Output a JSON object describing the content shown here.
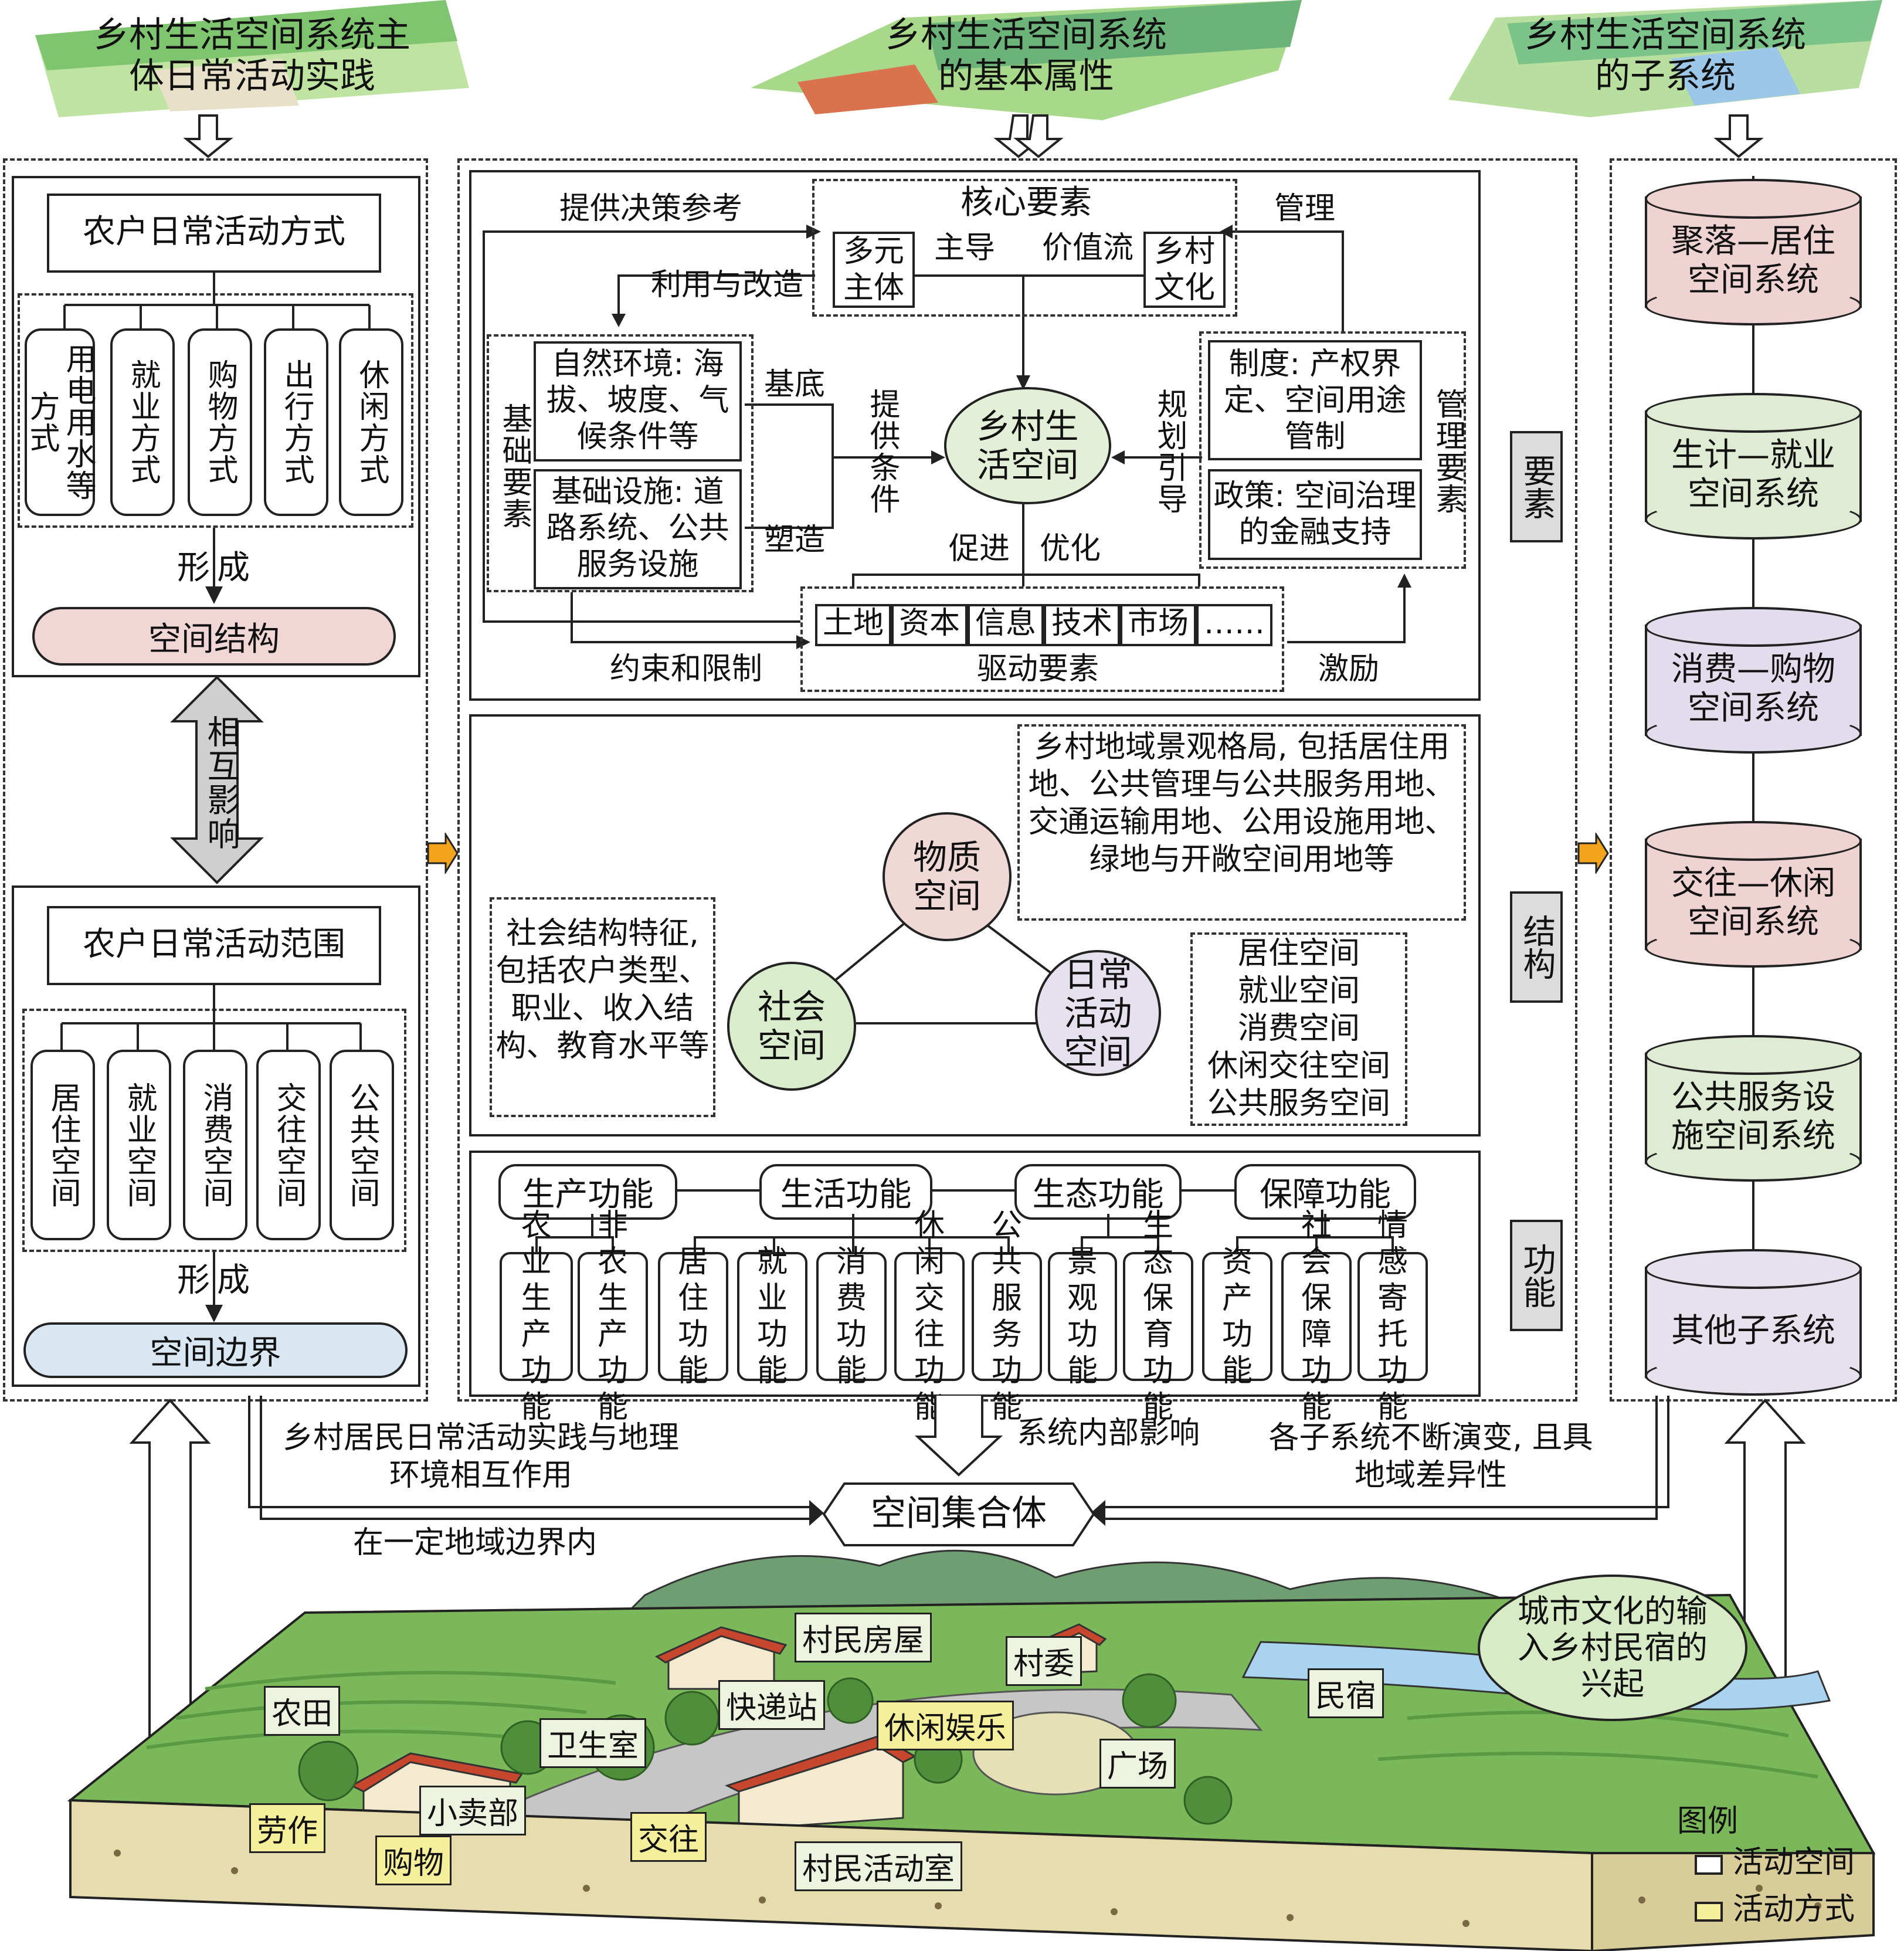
{
  "headers": {
    "left": "乡村生活空间系统主体日常活动实践",
    "middle": "乡村生活空间系统的基本属性",
    "right": "乡村生活空间系统的子系统"
  },
  "left_panel": {
    "activity_mode_title": "农户日常活动方式",
    "activity_modes": [
      "用电用水等方式",
      "就业方式",
      "购物方式",
      "出行方式",
      "休闲方式"
    ],
    "form_label_1": "形成",
    "space_structure": "空间结构",
    "interaction": "相互影响",
    "activity_range_title": "农户日常活动范围",
    "activity_ranges": [
      "居住空间",
      "就业空间",
      "消费空间",
      "交往空间",
      "公共空间"
    ],
    "form_label_2": "形成",
    "space_boundary": "空间边界"
  },
  "elements": {
    "tag": "要素",
    "decision_ref": "提供决策参考",
    "core_title": "核心要素",
    "multi_subject": "多元主体",
    "lead": "主导",
    "value_flow": "价值流",
    "rural_culture": "乡村文化",
    "manage": "管理",
    "utilize": "利用与改造",
    "basic_elements_label": "基础要素",
    "natural_env": "自然环境: 海拔、坡度、气候条件等",
    "infrastructure": "基础设施: 道路系统、公共服务设施",
    "base": "基底",
    "shape": "塑造",
    "provide_conditions": "提供条件",
    "center": "乡村生活空间",
    "plan_guide": "规划引导",
    "institution": "制度: 产权界定、空间用途管制",
    "policy": "政策: 空间治理的金融支持",
    "management_elements_label": "管理要素",
    "promote": "促进",
    "optimize": "优化",
    "drivers": [
      "土地",
      "资本",
      "信息",
      "技术",
      "市场",
      "……"
    ],
    "driver_title": "驱动要素",
    "constrain": "约束和限制",
    "incentive": "激励"
  },
  "structure": {
    "tag": "结构",
    "landscape_note": "乡村地域景观格局, 包括居住用地、公共管理与公共服务用地、交通运输用地、公用设施用地、绿地与开敞空间用地等",
    "material_space": "物质空间",
    "social_space": "社会空间",
    "daily_space": "日常活动空间",
    "social_note": "社会结构特征, 包括农户类型、职业、收入结构、教育水平等",
    "daily_list": [
      "居住空间",
      "就业空间",
      "消费空间",
      "休闲交往空间",
      "公共服务空间"
    ]
  },
  "functions": {
    "tag": "功能",
    "groups": [
      {
        "name": "生产功能",
        "items": [
          "农业生产功能",
          "非农生产功能"
        ]
      },
      {
        "name": "生活功能",
        "items": [
          "居住功能",
          "就业功能",
          "消费功能",
          "休闲交往功能",
          "公共服务功能"
        ]
      },
      {
        "name": "生态功能",
        "items": [
          "景观功能",
          "生态保育功能"
        ]
      },
      {
        "name": "保障功能",
        "items": [
          "资产功能",
          "社会保障功能",
          "情感寄托功能"
        ]
      }
    ]
  },
  "subsystems": [
    {
      "label": "聚落—居住空间系统",
      "color": "#efd3d3"
    },
    {
      "label": "生计—就业空间系统",
      "color": "#dfebd2"
    },
    {
      "label": "消费—购物空间系统",
      "color": "#e3dcec"
    },
    {
      "label": "交往—休闲空间系统",
      "color": "#efd3d3"
    },
    {
      "label": "公共服务设施空间系统",
      "color": "#dfebd2"
    },
    {
      "label": "其他子系统",
      "color": "#e7e1ee"
    }
  ],
  "bottom": {
    "practice_note": "乡村居民日常活动实践与地理环境相互作用",
    "internal_influence": "系统内部影响",
    "evolve_note": "各子系统不断演变, 且具地域差异性",
    "aggregate": "空间集合体",
    "region": "在一定地域边界内"
  },
  "scene": {
    "places": [
      "村民房屋",
      "村委",
      "农田",
      "快递站",
      "卫生室",
      "广场",
      "民宿",
      "小卖部",
      "村民活动室"
    ],
    "activities": [
      "休闲娱乐",
      "劳作",
      "购物",
      "交往"
    ],
    "ellipse": "城市文化的输入乡村民宿的兴起"
  },
  "legend": {
    "title": "图例",
    "space": "活动空间",
    "mode": "活动方式"
  }
}
